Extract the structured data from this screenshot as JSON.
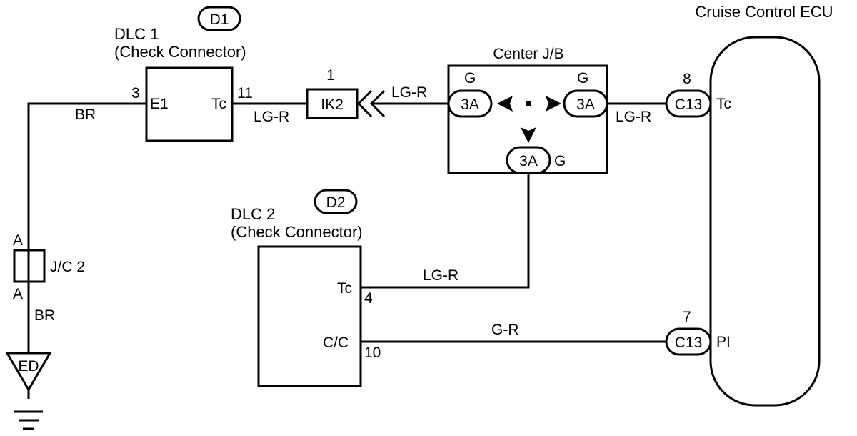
{
  "ecu": {
    "title": "Cruise Control ECU",
    "tc": "Tc",
    "pi": "PI"
  },
  "dlc1": {
    "badge": "D1",
    "name": "DLC 1",
    "sub": "(Check Connector)",
    "e1": "E1",
    "tc": "Tc",
    "pin_e1": "3",
    "pin_tc": "11"
  },
  "dlc2": {
    "badge": "D2",
    "name": "DLC 2",
    "sub": "(Check Connector)",
    "tc": "Tc",
    "cc": "C/C",
    "pin_tc": "4",
    "pin_cc": "10"
  },
  "ik2": {
    "label": "IK2",
    "pin": "1"
  },
  "jb": {
    "title": "Center J/B",
    "conn": "3A",
    "g": "G"
  },
  "c13": {
    "label": "C13",
    "pin_tc": "8",
    "pin_pi": "7"
  },
  "jc2": {
    "label": "J/C 2",
    "a": "A"
  },
  "ground": {
    "label": "ED"
  },
  "wires": {
    "br": "BR",
    "lgr": "LG-R",
    "gr": "G-R"
  }
}
